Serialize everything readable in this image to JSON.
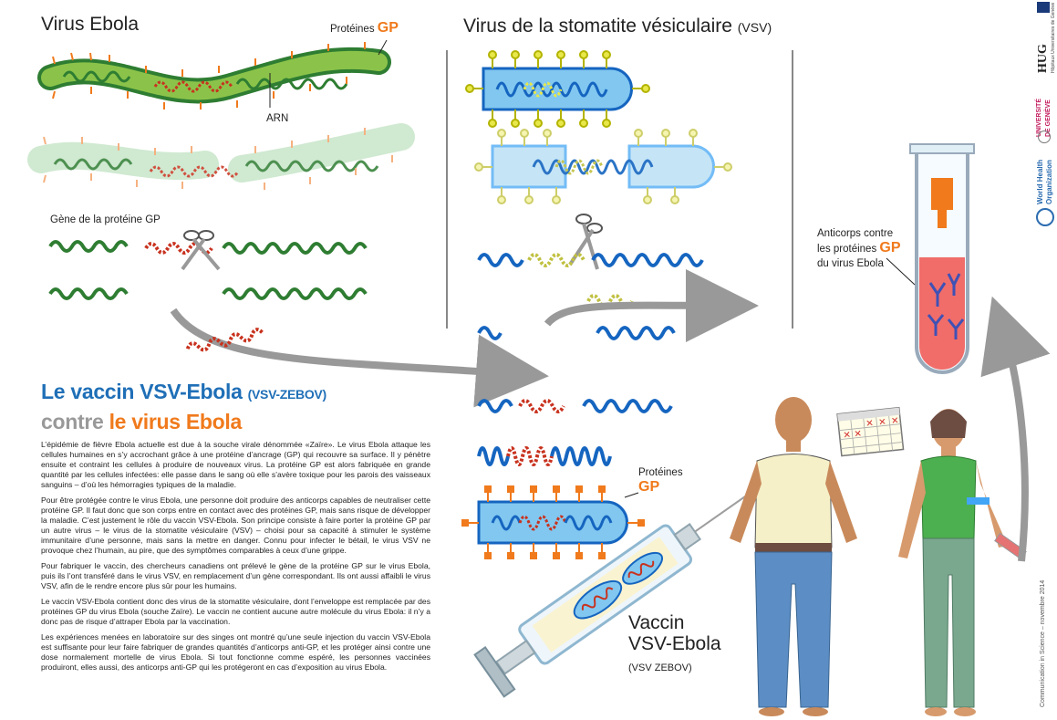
{
  "ebola": {
    "title": "Virus Ebola",
    "proteins_prefix": "Protéines",
    "gp": "GP",
    "arn": "ARN",
    "gene_label": "Gène de la protéine GP"
  },
  "vsv": {
    "title": "Virus de la stomatite vésiculaire",
    "abbrev": "(VSV)"
  },
  "antibodies": {
    "line1": "Anticorps contre",
    "line2_prefix": "les protéines",
    "gp": "GP",
    "line3": "du virus Ebola"
  },
  "vaccine_proteins": {
    "prefix": "Protéines",
    "gp": "GP"
  },
  "vaccine": {
    "title": "Le vaccin VSV-Ebola",
    "title_small": "(VSV-ZEBOV)",
    "sub_grey": "contre",
    "sub_orange": "le virus Ebola",
    "label_line1": "Vaccin",
    "label_line2": "VSV-Ebola",
    "label_small": "(VSV ZEBOV)"
  },
  "paragraphs": [
    "L’épidémie de fièvre Ebola actuelle est due à la souche virale dénommée «Zaïre». Le virus Ebola attaque les cellules humaines en s’y accrochant grâce à une protéine d’ancrage (GP) qui recouvre sa surface. Il y pénètre ensuite et contraint les cellules à produire de nouveaux virus. La protéine GP est alors fabriquée en grande quantité par les cellules infectées: elle passe dans le sang où elle s’avère toxique pour les parois des vaisseaux sanguins – d’où les hémorragies typiques de la maladie.",
    "Pour être protégée contre le virus Ebola, une personne doit produire des anticorps capables de neutraliser cette protéine GP. Il faut donc que son corps entre en contact avec des protéines GP, mais sans risque de développer la maladie. C’est justement le rôle du vaccin VSV-Ebola. Son principe consiste à faire porter la protéine GP par un autre virus – le virus de la stomatite vésiculaire (VSV) – choisi pour sa capacité à stimuler le système immunitaire d’une personne, mais sans la mettre en danger. Connu pour infecter le bétail, le virus VSV ne provoque chez l’humain, au pire, que des symptômes comparables à ceux d’une grippe.",
    "Pour fabriquer le vaccin, des chercheurs canadiens ont prélevé le gène de la protéine GP sur le virus Ebola, puis ils l’ont transféré dans le virus VSV, en remplacement d’un gène correspondant. Ils ont aussi affaibli le virus VSV, afin de le rendre encore plus sûr pour les humains.",
    "Le vaccin VSV-Ebola contient donc des virus de la stomatite vésiculaire, dont l’enveloppe est remplacée par des protéines GP du virus Ebola (souche Zaïre). Le vaccin ne contient aucune autre molécule du virus Ebola: il n’y a donc pas de risque d’attraper Ebola par la vaccination.",
    "Les expériences menées en laboratoire sur des singes ont montré qu’une seule injection du vaccin VSV-Ebola est suffisante pour leur faire fabriquer de grandes quantités d’anticorps anti-GP, et les protéger ainsi contre une dose normalement mortelle de virus Ebola. Si tout fonctionne comme espéré, les personnes vaccinées produiront, elles aussi, des anticorps anti-GP qui les protégeront en cas d’exposition au virus Ebola."
  ],
  "logos": {
    "hug": "HUG",
    "hug_sub": "Hôpitaux Universitaires de Genève",
    "unige1": "UNIVERSITÉ",
    "unige2": "DE GENÈVE",
    "who1": "World Health",
    "who2": "Organization"
  },
  "credit": "Communication in Science – novembre 2014",
  "colors": {
    "ebola_green": "#2e7d32",
    "gp_orange": "#f07a1c",
    "rna_red": "#c8321e",
    "vsv_blue": "#1565c0",
    "vsv_yellow": "#e8e84a",
    "title_blue": "#1f6fb7"
  }
}
